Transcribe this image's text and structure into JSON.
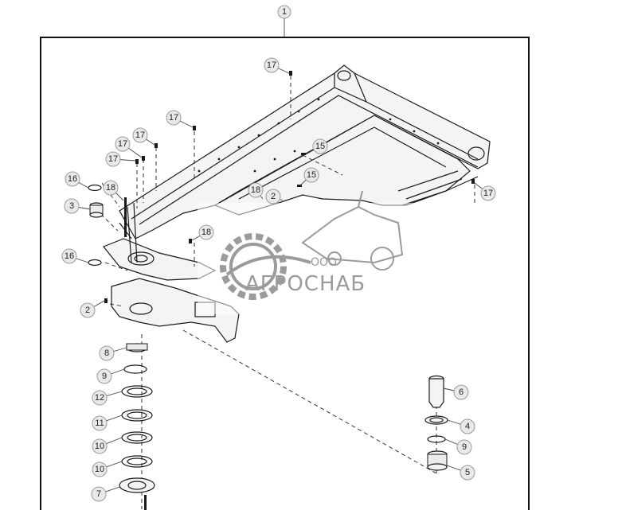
{
  "diagram": {
    "top_callout": "1",
    "callouts": [
      "2",
      "3",
      "4",
      "5",
      "6",
      "7",
      "8",
      "9",
      "10",
      "11",
      "12",
      "15",
      "16",
      "17",
      "18"
    ]
  },
  "watermark": {
    "brand": "АГРОСНАБ",
    "prefix": "ООО"
  },
  "colors": {
    "line": "#1a1a1a",
    "callout_fill": "#e9e9e9",
    "watermark": "#8a8a8a"
  }
}
